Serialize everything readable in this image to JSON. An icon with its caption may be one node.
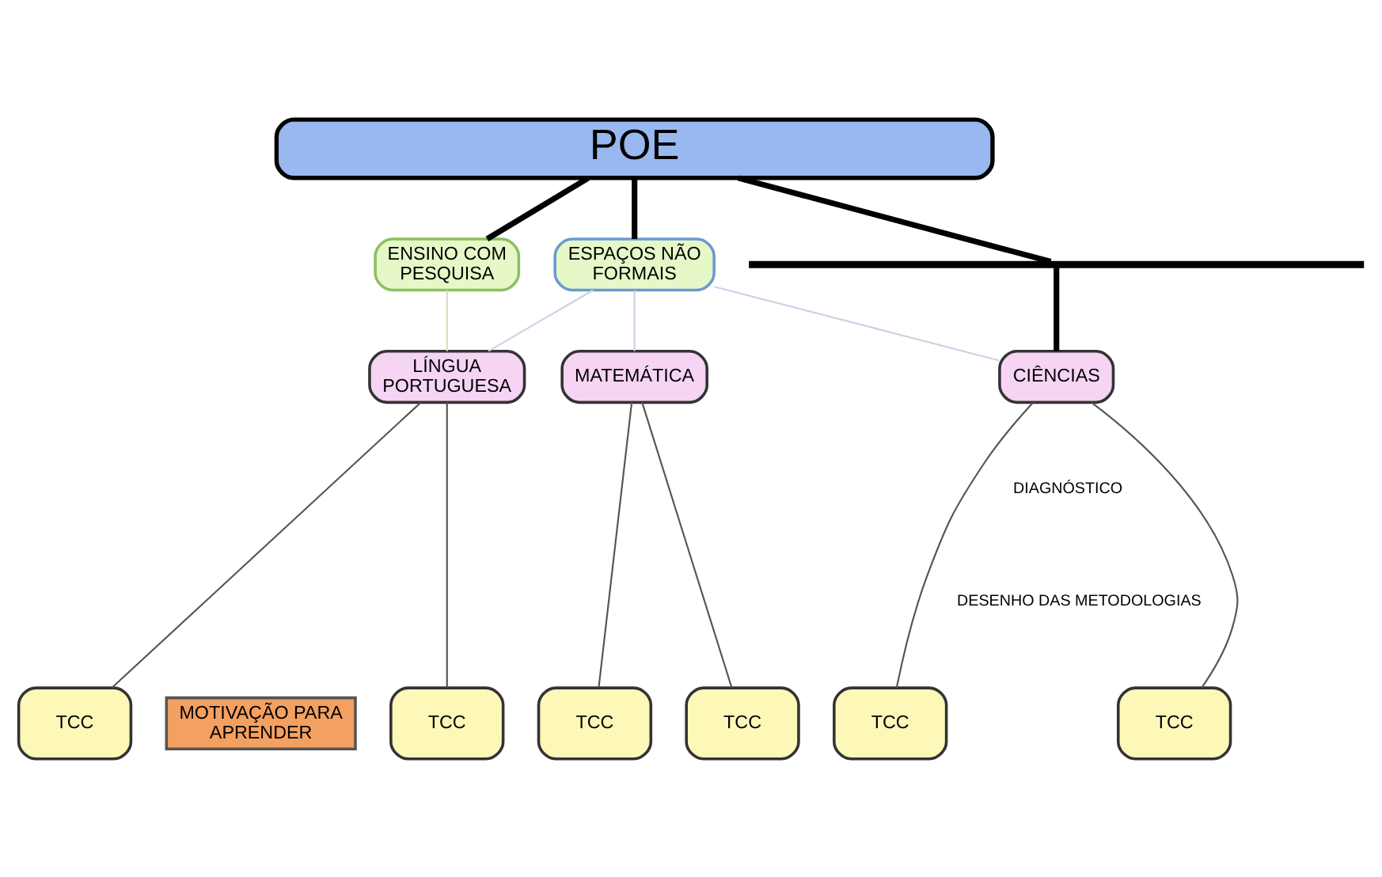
{
  "diagram": {
    "nodes": [
      {
        "text": [
          "POE"
        ]
      },
      {
        "text": [
          "ENSINO COM PESQUISA"
        ]
      },
      {
        "text": [
          "ESPAÇOS NÃO FORMAIS"
        ]
      },
      {
        "text": [],
        "shape": "bar"
      },
      {
        "text": [
          "LÍNGUA PORTUGUESA"
        ]
      },
      {
        "text": [
          "CIÊNCIAS"
        ]
      },
      {
        "text": [
          "MATEMÁTICA"
        ]
      },
      {
        "text": [
          "MOTIVAÇÃO PARA APRENDER"
        ]
      },
      {
        "text": [
          "TCC"
        ]
      },
      {
        "text": [
          "TCC"
        ]
      },
      {
        "text": [
          "TCC"
        ]
      },
      {
        "text": [
          "TCC"
        ]
      },
      {
        "text": [
          "TCC"
        ]
      },
      {
        "text": [
          "TCC"
        ]
      }
    ],
    "edges": [
      {
        "from": 0,
        "to": 1,
        "arrow": "none",
        "style": "thick"
      },
      {
        "from": 0,
        "to": 2,
        "arrow": "none",
        "style": "thick"
      },
      {
        "from": 0,
        "to": 3,
        "arrow": "none",
        "style": "thick"
      },
      {
        "from": 3,
        "to": 5,
        "arrow": "none",
        "style": "thick"
      },
      {
        "from": 1,
        "to": 4,
        "arrow": "none",
        "color": "#d8dcc0"
      },
      {
        "from": 2,
        "to": 4,
        "arrow": "none",
        "color": "#c8d4e4"
      },
      {
        "from": 2,
        "to": 5,
        "arrow": "none",
        "color": "#c8d4e4"
      },
      {
        "from": 2,
        "to": 6,
        "arrow": "none",
        "color": "#c8d4e4"
      },
      {
        "from": 4,
        "to": 8,
        "arrow": "none"
      },
      {
        "from": 4,
        "to": 9,
        "arrow": "none"
      },
      {
        "from": 5,
        "to": 10,
        "arrow": "none"
      },
      {
        "from": 5,
        "to": 11,
        "arrow": "none"
      },
      {
        "from": 6,
        "to": 12,
        "arrow": "none"
      },
      {
        "from": 6,
        "to": 13,
        "arrow": "none"
      }
    ],
    "labels": [
      "DIAGNÓSTICO",
      "DESENHO DAS METODOLOGIAS"
    ]
  }
}
